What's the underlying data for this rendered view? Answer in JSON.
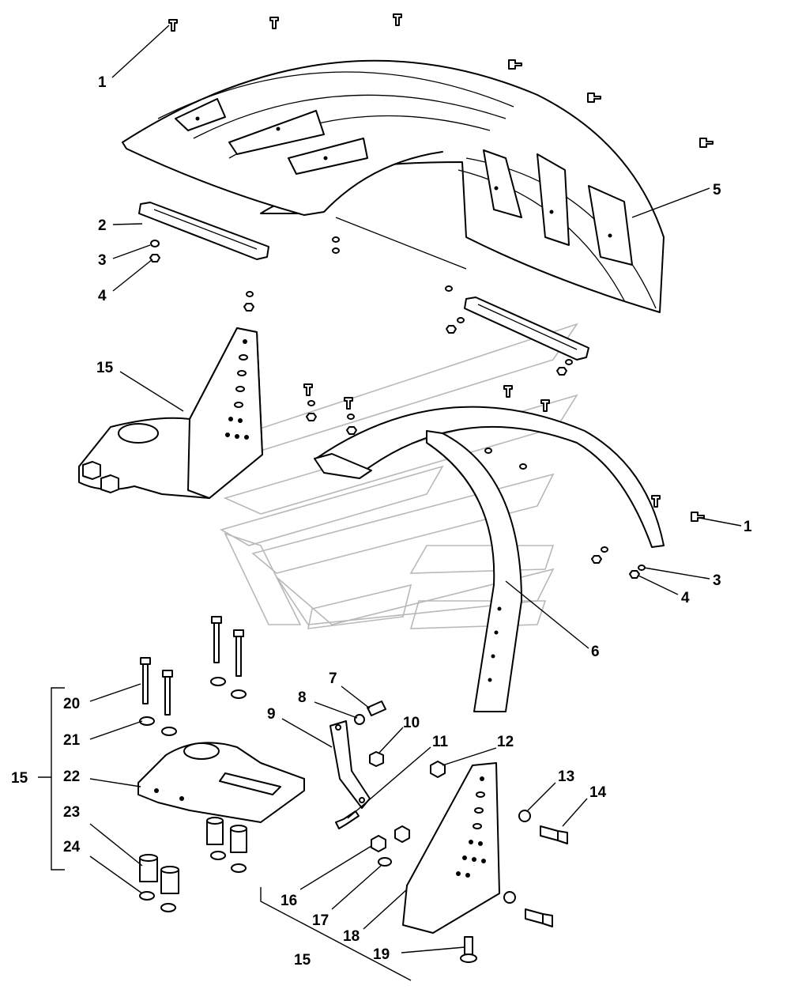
{
  "callouts": [
    {
      "id": "c1",
      "text": "1"
    },
    {
      "id": "c2",
      "text": "2"
    },
    {
      "id": "c3",
      "text": "3"
    },
    {
      "id": "c4",
      "text": "4"
    },
    {
      "id": "c15a",
      "text": "15"
    },
    {
      "id": "c5",
      "text": "5"
    },
    {
      "id": "c1b",
      "text": "1"
    },
    {
      "id": "c3b",
      "text": "3"
    },
    {
      "id": "c4b",
      "text": "4"
    },
    {
      "id": "c6",
      "text": "6"
    },
    {
      "id": "c7",
      "text": "7"
    },
    {
      "id": "c8",
      "text": "8"
    },
    {
      "id": "c9",
      "text": "9"
    },
    {
      "id": "c10",
      "text": "10"
    },
    {
      "id": "c11",
      "text": "11"
    },
    {
      "id": "c12",
      "text": "12"
    },
    {
      "id": "c13",
      "text": "13"
    },
    {
      "id": "c14",
      "text": "14"
    },
    {
      "id": "c20",
      "text": "20"
    },
    {
      "id": "c21",
      "text": "21"
    },
    {
      "id": "c15b",
      "text": "15"
    },
    {
      "id": "c22",
      "text": "22"
    },
    {
      "id": "c23",
      "text": "23"
    },
    {
      "id": "c24",
      "text": "24"
    },
    {
      "id": "c16",
      "text": "16"
    },
    {
      "id": "c17",
      "text": "17"
    },
    {
      "id": "c18",
      "text": "18"
    },
    {
      "id": "c19",
      "text": "19"
    },
    {
      "id": "c15c",
      "text": "15"
    }
  ]
}
